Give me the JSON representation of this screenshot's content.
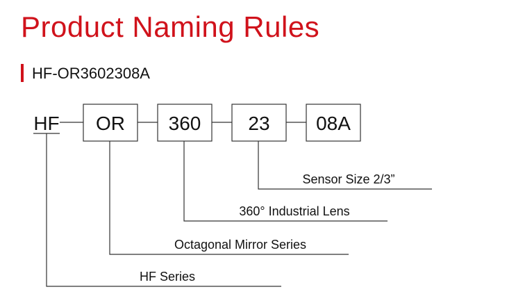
{
  "title": "Product Naming Rules",
  "subtitle": "HF-OR3602308A",
  "segments": [
    {
      "code": "HF",
      "description": "HF Series"
    },
    {
      "code": "OR",
      "description": "Octagonal Mirror Series"
    },
    {
      "code": "360",
      "description": "360° Industrial Lens"
    },
    {
      "code": "23",
      "description": "Sensor Size 2/3”"
    },
    {
      "code": "08A",
      "description": ""
    }
  ],
  "colors": {
    "accent": "#d0121b",
    "line": "#333333",
    "text": "#111111"
  }
}
